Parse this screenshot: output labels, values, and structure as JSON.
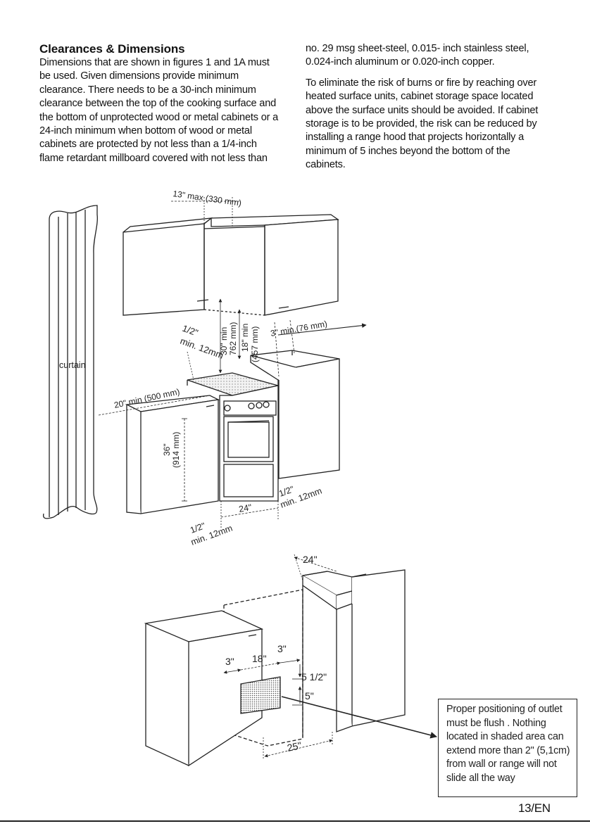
{
  "section": {
    "title": "Clearances & Dimensions",
    "para1": "Dimensions that are shown in figures 1 and 1A must be used. Given dimensions provide minimum clearance. There needs to be a 30-inch minimum clearance between the top of the cooking surface and the bottom of unprotected wood or metal cabinets or a 24-inch minimum when bottom of wood or metal cabinets are protected by not less than a 1/4-inch flame retardant millboard covered with not less than",
    "para2": "no. 29 msg sheet-steel, 0.015- inch stainless steel, 0.024-inch aluminum or 0.020-inch copper.",
    "para3": "To eliminate the risk of burns or fire by reaching over heated surface units, cabinet storage space located above the surface units should be avoided. If cabinet storage is to be provided, the risk can be reduced by installing a range hood that projects horizontally a minimum of 5 inches beyond the bottom of the cabinets."
  },
  "figure1": {
    "hood_width": "13\" max (330 mm)",
    "curtain": "curtain",
    "top_clear_a": "30\" min",
    "top_clear_b": "762 mm)",
    "side_clear_a": "18\" min",
    "side_clear_b": "(457 mm)",
    "half_inch_top_a": "1/2\"",
    "half_inch_top_b": "min. 12mm",
    "side_gap": "3\" min.(76 mm)",
    "curtain_gap": "20\" min (500 mm)",
    "height_a": "36\"",
    "height_b": "(914 mm)",
    "width": "24\"",
    "half_inch_right_a": "1/2\"",
    "half_inch_right_b": "min. 12mm",
    "half_inch_bottom_a": "1/2\"",
    "half_inch_bottom_b": "min. 12mm"
  },
  "figure2": {
    "width_top": "24\"",
    "dim_3_left": "3\"",
    "dim_18": "18\"",
    "dim_3_right": "3\"",
    "dim_5_half": "5 1/2\"",
    "dim_5": "5\"",
    "depth": "25\""
  },
  "note": {
    "text": "Proper positioning of outlet must be flush . Nothing located in shaded area can extend more than 2\" (5,1cm) from wall or range will not slide all the way"
  },
  "page": {
    "number": "13/EN"
  }
}
